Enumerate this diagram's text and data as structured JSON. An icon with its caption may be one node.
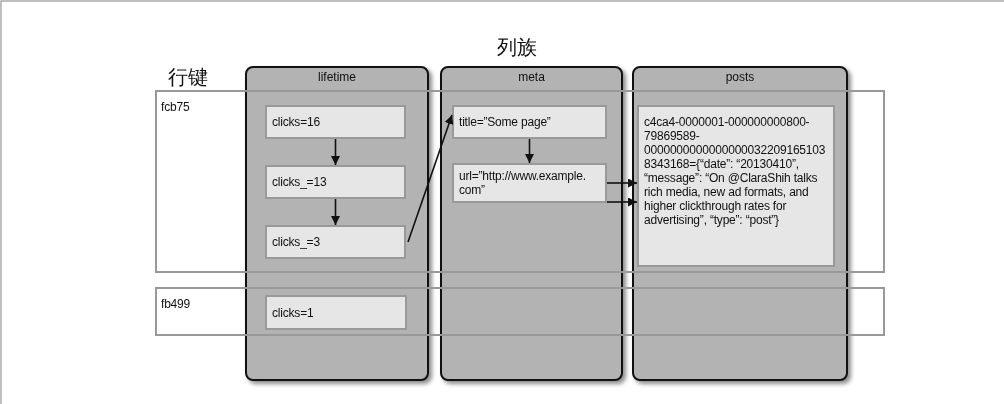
{
  "diagram": {
    "title": "列族",
    "nodes": [
      {
        "text": [
          "fcb75"
        ]
      },
      {
        "text": [
          "fb499"
        ]
      },
      {
        "text": [
          "clicks=16"
        ],
        "in": 0
      },
      {
        "text": [
          "clicks_=13"
        ],
        "in": 0
      },
      {
        "text": [
          "clicks_=3"
        ],
        "in": 0
      },
      {
        "text": [
          "title=”Some page”"
        ],
        "in": 0
      },
      {
        "text": [
          "url=”http://www.example. com”"
        ],
        "in": 0
      },
      {
        "text": [
          "c4ca4-0000001-000000000800- 79869589- 0000000000000000032209165103 8343168={“date”: “20130410”, “message”: “On @ClaraShih talks rich media, new ad formats, and higher clickthrough rates for advertising”, “type”: “post”}"
        ],
        "in": 0
      },
      {
        "text": [
          "clicks=1"
        ],
        "in": 1
      }
    ],
    "edges": [
      {
        "from": 2,
        "to": 3,
        "arrow": "to"
      },
      {
        "from": 3,
        "to": 4,
        "arrow": "to"
      },
      {
        "from": 4,
        "to": 5,
        "arrow": "to"
      },
      {
        "from": 5,
        "to": 6,
        "arrow": "to"
      },
      {
        "from": 6,
        "to": 7,
        "arrow": "to"
      },
      {
        "from": 6,
        "to": 7,
        "arrow": "to"
      }
    ],
    "labels": [
      "行键",
      "lifetime",
      "meta",
      "posts"
    ]
  }
}
